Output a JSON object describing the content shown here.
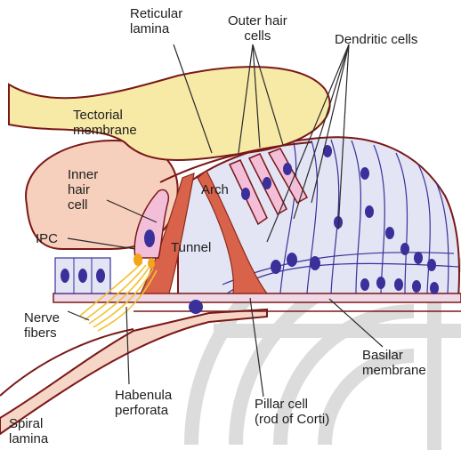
{
  "labels": {
    "reticular_lamina": [
      "Reticular",
      "lamina"
    ],
    "outer_hair_cells": [
      "Outer hair",
      "cells"
    ],
    "dendritic_cells": [
      "Dendritic cells"
    ],
    "tectorial_membrane": [
      "Tectorial",
      "membrane"
    ],
    "inner_hair_cell": [
      "Inner",
      "hair",
      "cell"
    ],
    "arch": [
      "Arch"
    ],
    "ipc": [
      "IPC"
    ],
    "tunnel": [
      "Tunnel"
    ],
    "nerve_fibers": [
      "Nerve",
      "fibers"
    ],
    "basilar_membrane": [
      "Basilar",
      "membrane"
    ],
    "habenula_perforata": [
      "Habenula",
      "perforata"
    ],
    "pillar_cell": [
      "Pillar cell",
      "(rod of Corti)"
    ],
    "spiral_lamina": [
      "Spiral",
      "lamina"
    ]
  },
  "colors": {
    "tectorial_fill": "#f7e9a6",
    "tectorial_stroke": "#7a1818",
    "inner_body_fill": "#f6d0bd",
    "outer_hair_cell_fill": "#f3bfd8",
    "organ_fill": "#e3e5f4",
    "nucleus": "#3b2f9a",
    "pillar": "#d9624a",
    "nerve": "#f3c232",
    "line": "#2a2a2a",
    "watermark": "#d8d8d8"
  }
}
